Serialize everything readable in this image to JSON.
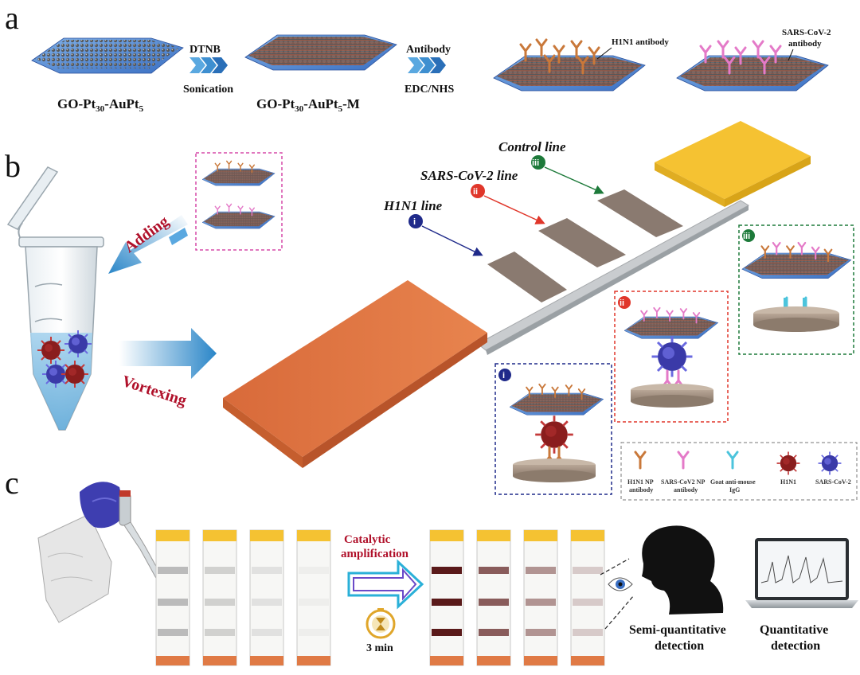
{
  "panels": {
    "a": "a",
    "b": "b",
    "c": "c"
  },
  "panel_a": {
    "material_1": "GO-Pt",
    "material_1_sub1": "30",
    "material_1_mid": "-AuPt",
    "material_1_sub2": "5",
    "material_2": "GO-Pt",
    "material_2_sub1": "30",
    "material_2_mid": "-AuPt",
    "material_2_sub2": "5",
    "material_2_end": "-M",
    "step1_top": "DTNB",
    "step1_bottom": "Sonication",
    "step2_top": "Antibody",
    "step2_bottom": "EDC/NHS",
    "label_h1n1_antibody": "H1N1 antibody",
    "label_sars_line1": "SARS-CoV-2",
    "label_sars_line2": "antibody"
  },
  "panel_b": {
    "adding": "Adding",
    "vortexing": "Vortexing",
    "line_h1n1": "H1N1 line",
    "line_sars": "SARS-CoV-2 line",
    "line_control": "Control line",
    "badge_i": "i",
    "badge_ii": "ii",
    "badge_iii": "iii",
    "legend": [
      {
        "line1": "H1N1 NP",
        "line2": "antibody"
      },
      {
        "line1": "SARS-CoV2 NP",
        "line2": "antibody"
      },
      {
        "line1": "Goat anti-mouse",
        "line2": "IgG"
      },
      {
        "line1": "H1N1",
        "line2": ""
      },
      {
        "line1": "SARS-CoV-2",
        "line2": ""
      }
    ]
  },
  "panel_c": {
    "catalytic_line1": "Catalytic",
    "catalytic_line2": "amplification",
    "timer": "3 min",
    "semi_line1": "Semi-quantitative",
    "semi_line2": "detection",
    "quant_line1": "Quantitative",
    "quant_line2": "detection"
  },
  "colors": {
    "strip_pad": "#e07a45",
    "absorbent_pad": "#f5c232",
    "test_line": "#8a7a70",
    "h1n1_color": "#1f2a8a",
    "sars_color": "#e0362a",
    "control_color": "#1d7a3a",
    "text_red": "#b0102a",
    "arrow_blue": "#2a86c8"
  },
  "strips_before": [
    0.55,
    0.35,
    0.2,
    0.08
  ],
  "strips_after": [
    1.0,
    0.7,
    0.45,
    0.2
  ]
}
